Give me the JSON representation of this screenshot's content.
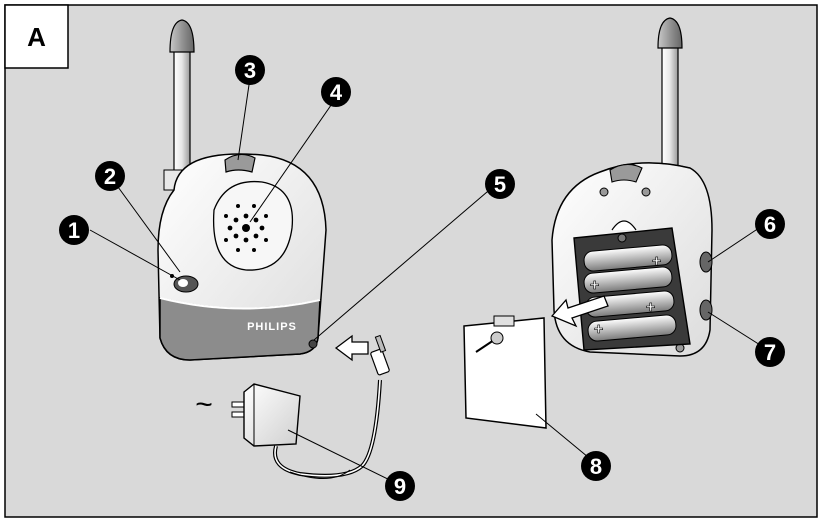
{
  "figure": {
    "panel_label": "A",
    "brand_text": "PHILIPS",
    "ac_symbol": "~",
    "callouts": [
      {
        "id": "1",
        "label": "1"
      },
      {
        "id": "2",
        "label": "2"
      },
      {
        "id": "3",
        "label": "3"
      },
      {
        "id": "4",
        "label": "4"
      },
      {
        "id": "5",
        "label": "5"
      },
      {
        "id": "6",
        "label": "6"
      },
      {
        "id": "7",
        "label": "7"
      },
      {
        "id": "8",
        "label": "8"
      },
      {
        "id": "9",
        "label": "9"
      }
    ]
  },
  "colors": {
    "background": "#d9d9d9",
    "device_body": "#f2f2f2",
    "device_base": "#8c8c8c",
    "outline": "#000000",
    "callout_fill": "#000000"
  }
}
